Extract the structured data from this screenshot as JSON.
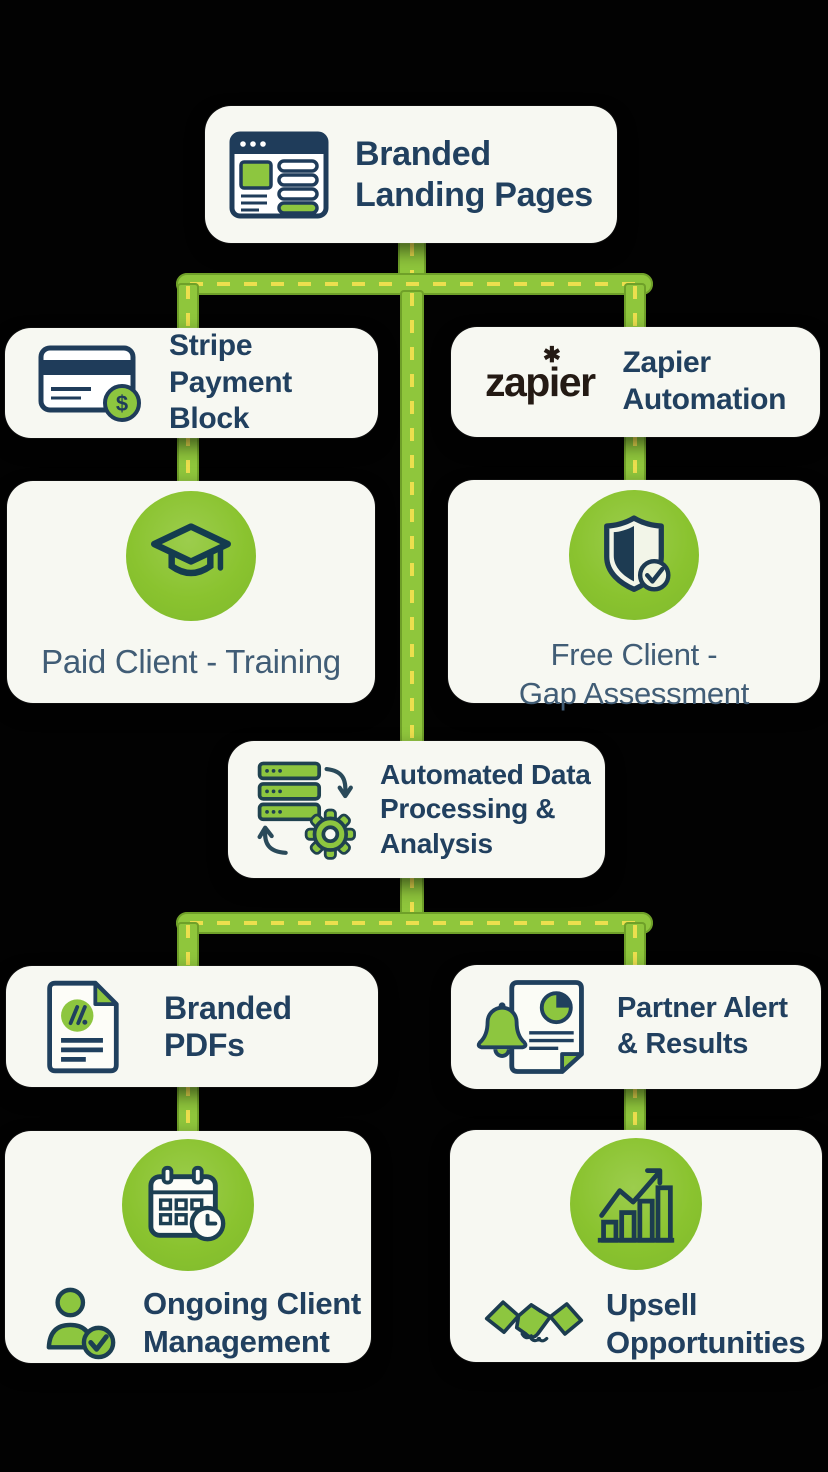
{
  "colors": {
    "background": "#020202",
    "box_bg": "#f7f8f2",
    "title_navy": "#21405f",
    "body_text": "#415d76",
    "brand_green": "#8dc63f",
    "road_green": "#8fc63c",
    "road_dash_yellow": "#ecdf4e",
    "zapier_dark": "#241a14"
  },
  "nodes": {
    "branded_landing_pages": {
      "icon": "browser-window-icon",
      "title_lines": [
        "Branded",
        "Landing Pages"
      ]
    },
    "stripe_payment_block": {
      "icon": "credit-card-dollar-icon",
      "title_lines": [
        "Stripe",
        "Payment Block"
      ]
    },
    "zapier_automation": {
      "icon": "zapier-logo",
      "logo_text_prefix": "zap",
      "logo_text_i": "i",
      "logo_text_suffix": "er",
      "logo_asterisk": "✱",
      "title_lines": [
        "Zapier",
        "Automation"
      ]
    },
    "paid_client_training": {
      "icon": "graduation-cap-icon",
      "title_lines": [
        "Paid Client - Training"
      ]
    },
    "free_client_gap_assessment": {
      "icon": "shield-check-icon",
      "title_lines": [
        "Free Client -",
        "Gap Assessment"
      ]
    },
    "automated_data_processing": {
      "icon": "server-gear-sync-icon",
      "title_lines": [
        "Automated Data",
        "Processing &",
        "Analysis"
      ]
    },
    "branded_pdfs": {
      "icon": "branded-document-icon",
      "title_lines": [
        "Branded PDFs"
      ]
    },
    "partner_alert_results": {
      "icon": "bell-report-icon",
      "title_lines": [
        "Partner Alert",
        "& Results"
      ]
    },
    "ongoing_client_management": {
      "icon": "calendar-clock-icon",
      "secondary_icon": "person-check-icon",
      "title_lines": [
        "Ongoing Client",
        "Management"
      ]
    },
    "upsell_opportunities": {
      "icon": "growth-chart-icon",
      "secondary_icon": "handshake-icon",
      "title_lines": [
        "Upsell",
        "Opportunities"
      ]
    }
  },
  "edges": [
    {
      "from": "branded_landing_pages",
      "to": "stripe_payment_block"
    },
    {
      "from": "branded_landing_pages",
      "to": "zapier_automation"
    },
    {
      "from": "stripe_payment_block",
      "to": "paid_client_training"
    },
    {
      "from": "zapier_automation",
      "to": "free_client_gap_assessment"
    },
    {
      "from": "branded_landing_pages",
      "to": "automated_data_processing"
    },
    {
      "from": "automated_data_processing",
      "to": "branded_pdfs"
    },
    {
      "from": "automated_data_processing",
      "to": "partner_alert_results"
    },
    {
      "from": "branded_pdfs",
      "to": "ongoing_client_management"
    },
    {
      "from": "partner_alert_results",
      "to": "upsell_opportunities"
    }
  ]
}
